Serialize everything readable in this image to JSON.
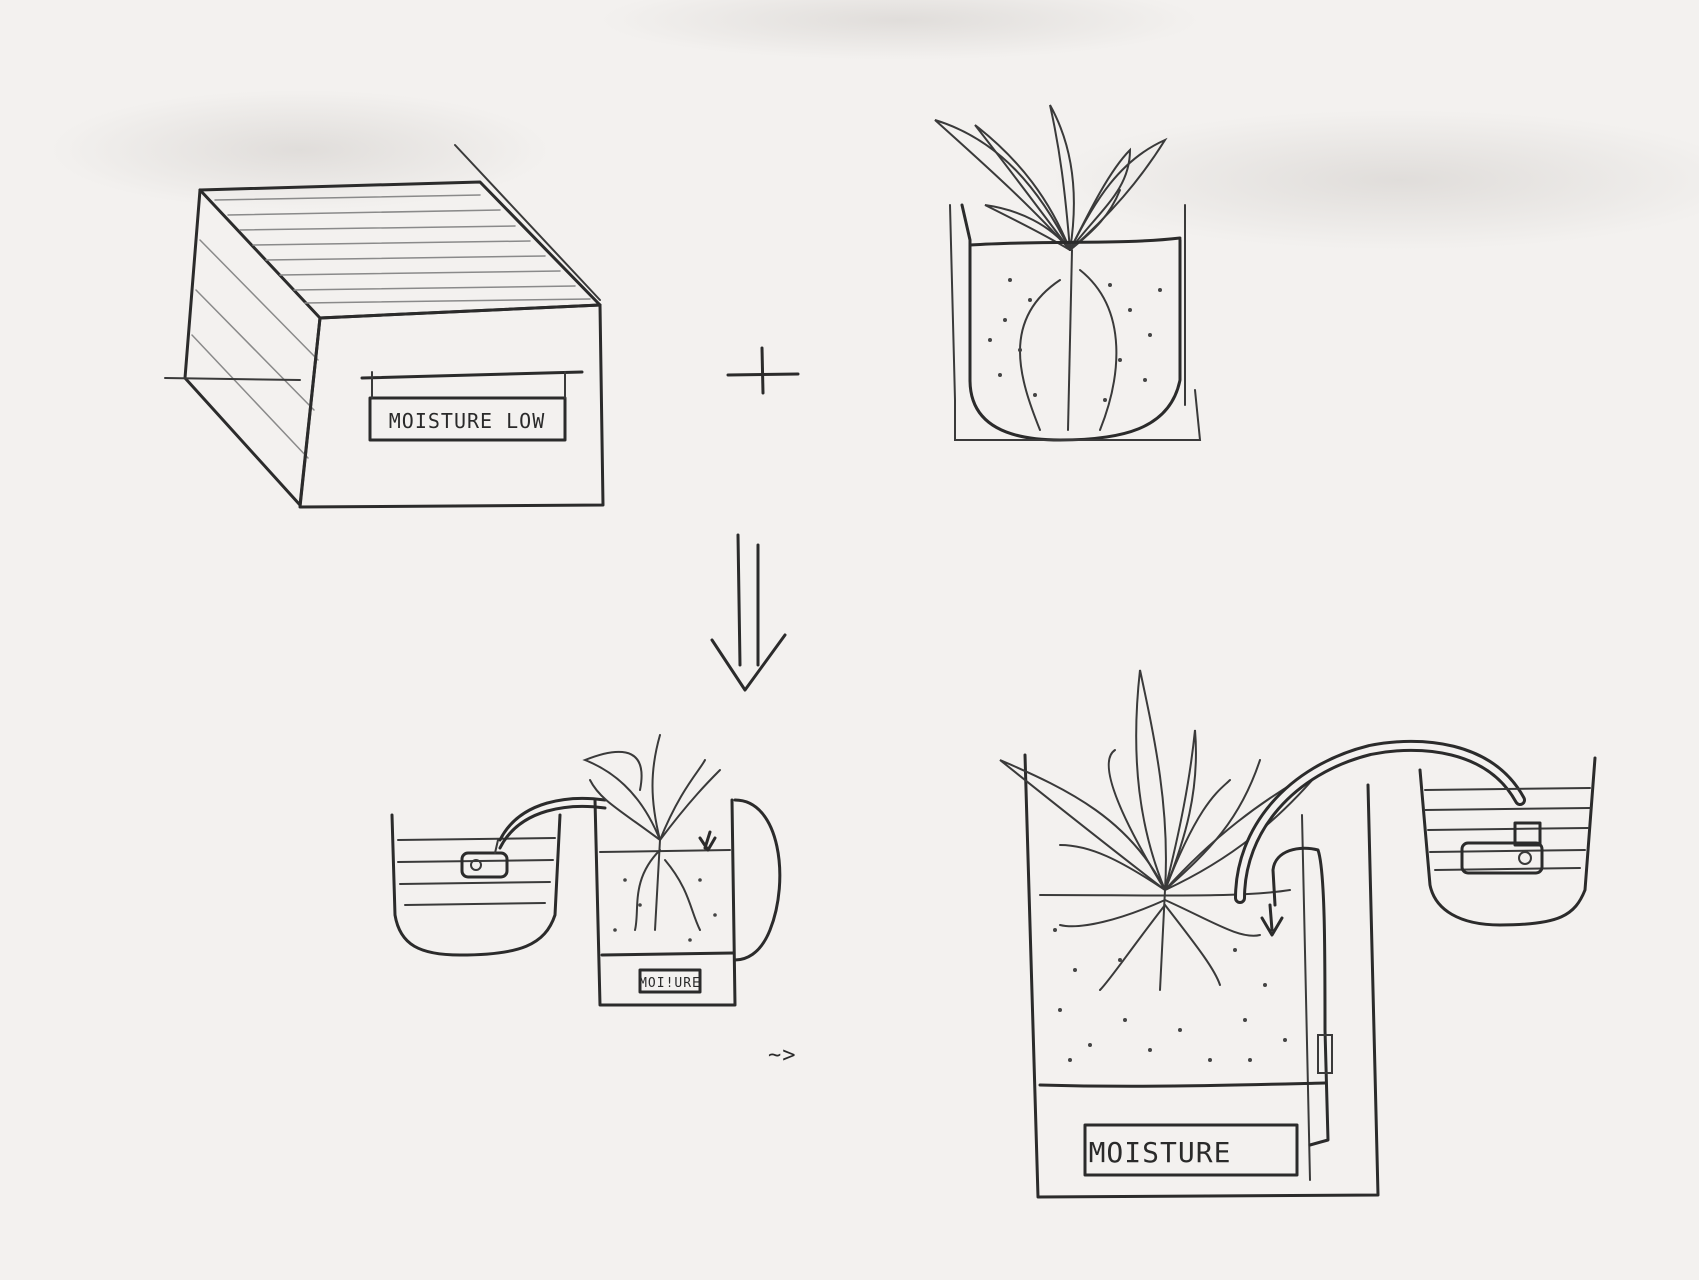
{
  "labels": {
    "box_display": "MOISTURE LOW",
    "small_display": "MOI!URE",
    "large_display": "MOISTURE"
  },
  "symbols": {
    "plus": "+",
    "arrow": "double-down-arrow",
    "stray_mark": "~>"
  },
  "colors": {
    "paper": "#f3f1ef",
    "ink": "#2b2b2b"
  }
}
